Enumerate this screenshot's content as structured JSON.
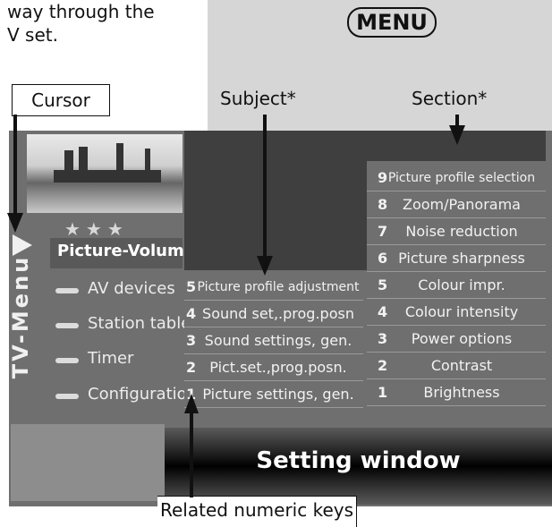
{
  "intro_text": "way through the\nV set.",
  "menu_button": "MENU",
  "callouts": {
    "cursor": "Cursor",
    "subject": "Subject*",
    "section": "Section*",
    "numeric_keys": "Related numeric keys"
  },
  "tv_menu_title": "TV-Menu",
  "stars": "★★★",
  "sidebar": {
    "items": [
      {
        "label": "Picture-Volume",
        "active": true
      },
      {
        "label": "AV devices"
      },
      {
        "label": "Station table"
      },
      {
        "label": "Timer"
      },
      {
        "label": "Configuration"
      }
    ]
  },
  "subject_items": [
    {
      "num": "5",
      "label": "Picture profile adjustment"
    },
    {
      "num": "4",
      "label": "Sound set,.prog.posn"
    },
    {
      "num": "3",
      "label": "Sound settings, gen."
    },
    {
      "num": "2",
      "label": "Pict.set.,prog.posn."
    },
    {
      "num": "1",
      "label": "Picture settings, gen."
    }
  ],
  "section_items": [
    {
      "num": "9",
      "label": "Picture profile selection"
    },
    {
      "num": "8",
      "label": "Zoom/Panorama"
    },
    {
      "num": "7",
      "label": "Noise reduction"
    },
    {
      "num": "6",
      "label": "Picture sharpness"
    },
    {
      "num": "5",
      "label": "Colour impr."
    },
    {
      "num": "4",
      "label": "Colour intensity"
    },
    {
      "num": "3",
      "label": "Power options"
    },
    {
      "num": "2",
      "label": "Contrast"
    },
    {
      "num": "1",
      "label": "Brightness"
    }
  ],
  "setting_window": "Setting window",
  "colors": {
    "panel": "#6f6f6f",
    "dark_panel": "#3f3f3f",
    "backdrop": "#d6d6d6"
  }
}
